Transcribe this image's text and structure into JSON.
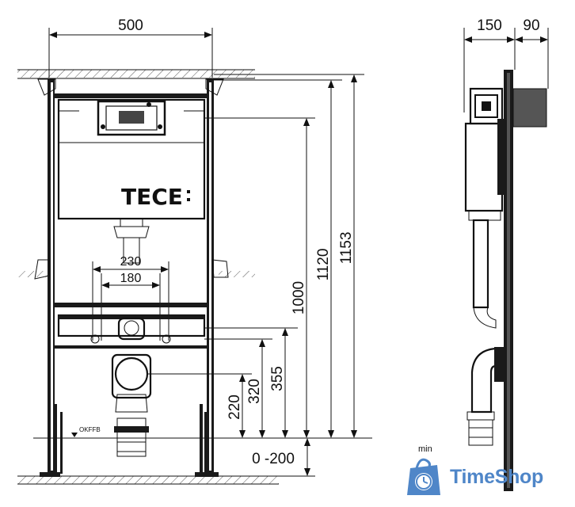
{
  "brand": "TECE",
  "front_view": {
    "width_dim": "500",
    "pipe_spacing_outer": "230",
    "pipe_spacing_inner": "180",
    "floor_label": "OKFFB",
    "height_dims": [
      "1000",
      "1120",
      "1153"
    ],
    "outlet_dims": [
      "220",
      "320",
      "355"
    ],
    "adjust_range": "0 -200"
  },
  "side_view": {
    "depth_dims": [
      "150",
      "90"
    ],
    "min_label": "min"
  },
  "watermark": {
    "text": "TimeShop",
    "color": "#4f86c8"
  }
}
